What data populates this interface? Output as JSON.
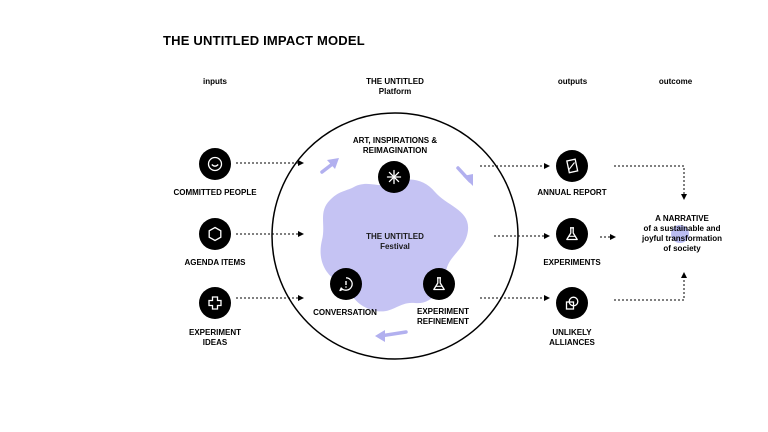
{
  "title": "THE UNTITLED IMPACT MODEL",
  "columns": {
    "inputs": "inputs",
    "platform_line1": "THE UNTITLED",
    "platform_line2": "Platform",
    "outputs": "outputs",
    "outcome": "outcome"
  },
  "inputs": [
    {
      "label": "COMMITTED PEOPLE",
      "icon": "smile-icon"
    },
    {
      "label": "AGENDA ITEMS",
      "icon": "hexagon-icon"
    },
    {
      "label": "EXPERIMENT",
      "label2": "IDEAS",
      "icon": "cross-icon"
    }
  ],
  "platform": {
    "top_line1": "ART, INSPIRATIONS &",
    "top_line2": "REIMAGINATION",
    "center_line1": "THE UNTITLED",
    "center_line2": "Festival",
    "left_label": "CONVERSATION",
    "right_line1": "EXPERIMENT",
    "right_line2": "REFINEMENT"
  },
  "outputs": [
    {
      "label": "ANNUAL REPORT",
      "icon": "report-icon"
    },
    {
      "label": "EXPERIMENTS",
      "icon": "flask-icon"
    },
    {
      "label": "UNLIKELY",
      "label2": "ALLIANCES",
      "icon": "shapes-icon"
    }
  ],
  "outcome": {
    "line1": "A NARRATIVE",
    "line2": "of a sustainable and",
    "line3": "joyful transformation",
    "line4": "of society"
  },
  "colors": {
    "blob": "#c5c3f3",
    "arrow": "#b2b0ef",
    "ink": "#000000",
    "outcome_dot": "#aeb1f0"
  }
}
